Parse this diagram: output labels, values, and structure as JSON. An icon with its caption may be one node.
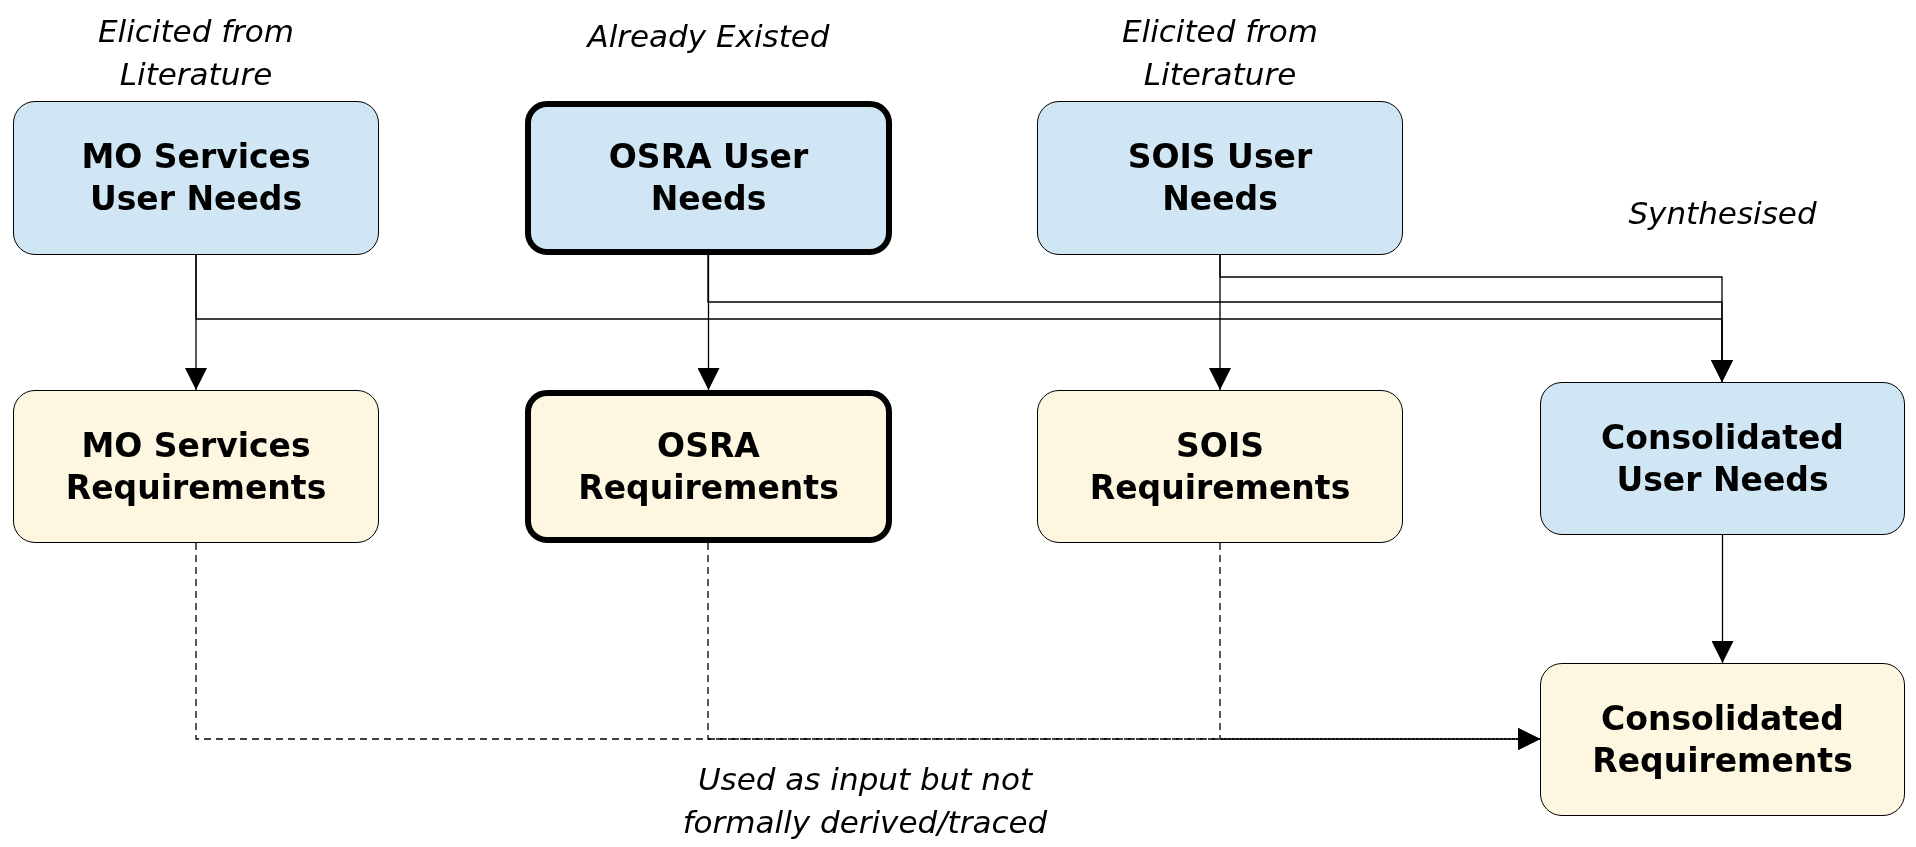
{
  "diagram": {
    "nodes": [
      {
        "text": [
          "MO Services User Needs"
        ],
        "beside": [
          "Elicited from Literature"
        ]
      },
      {
        "text": [
          "OSRA User Needs"
        ],
        "beside": [
          "Already Existed"
        ]
      },
      {
        "text": [
          "SOIS User Needs"
        ],
        "beside": [
          "Elicited from Literature"
        ]
      },
      {
        "text": [
          "MO Services Requirements"
        ]
      },
      {
        "text": [
          "OSRA Requirements"
        ]
      },
      {
        "text": [
          "SOIS Requirements"
        ]
      },
      {
        "text": [
          "Consolidated User Needs"
        ]
      },
      {
        "text": [
          "Consolidated Requirements"
        ]
      }
    ],
    "edges": [
      {
        "from": 0,
        "to": 3,
        "arrow": "to"
      },
      {
        "from": 1,
        "to": 4,
        "arrow": "to"
      },
      {
        "from": 2,
        "to": 5,
        "arrow": "to"
      },
      {
        "from": 0,
        "to": 6,
        "arrow": "to"
      },
      {
        "from": 1,
        "to": 6,
        "arrow": "to"
      },
      {
        "from": 2,
        "to": 6,
        "arrow": "to"
      },
      {
        "from": 6,
        "to": 7,
        "arrow": "to"
      },
      {
        "from": 3,
        "to": 7,
        "arrow": "to",
        "style": "dashed"
      },
      {
        "from": 4,
        "to": 7,
        "arrow": "to",
        "style": "dashed"
      },
      {
        "from": 5,
        "to": 7,
        "arrow": "to",
        "style": "dashed"
      }
    ],
    "labels": [
      "Synthesised",
      "Used as input but not formally derived/traced"
    ]
  }
}
